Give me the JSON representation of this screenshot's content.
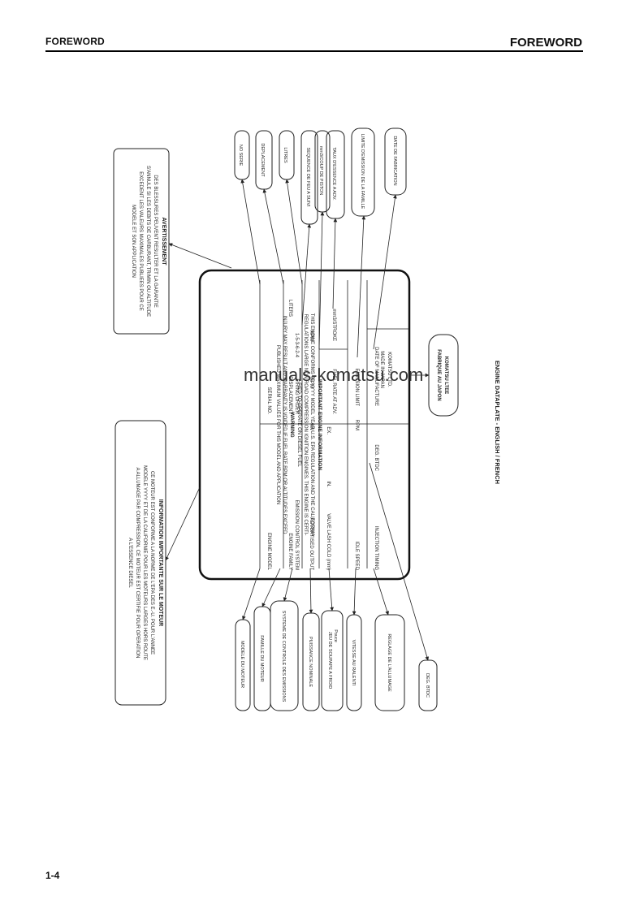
{
  "header": {
    "left_title": "FOREWORD",
    "right_title": "FOREWORD"
  },
  "page_number": "1-4",
  "watermark": "manuals-komatsu.com",
  "figure": {
    "caption": "ENGINE DATAPLATE - ENGLISH / FRENCH",
    "plate": {
      "heading": "IMPORTANT ENGINE INFORMATION",
      "body_lines": [
        "THIS ENGINE CONFORMS TO YYYY MODEL YEAR U.S. EPA REGULATION AND THE CALIFORNIA",
        "REGULATIONS LARGE NON ROAD COMPRESSION IGNITION ENGINES. THIS ENGINE IS CERTI-",
        "FIED TO OPERATE ON DIESEL FUEL"
      ],
      "warning_title": "WARNING",
      "warning_lines": [
        "INJURY MAY RESULT AND WARRANTY IS VOIDED IF FUEL RATE RPM OR ALTITUDES EXCEED",
        "PUBLISHED MAXIMUM VALUES FOR THIS MODEL AND APPLICATION"
      ],
      "row_labels": [
        "ENGINE MODEL",
        "ENGINE FAMILY",
        "EMISSION CONTROL SYSTEM",
        "ADVERTISED OUTPUT",
        "VALVE LASH COLD (mm)",
        "IDLE SPEED",
        "INJECTION TIMING"
      ],
      "col_labels": [
        "SERIAL NO.",
        "DISPLACEMENT",
        "FIRING ORDER",
        "kW",
        "IN.",
        "EX.",
        "FUEL RATE AT ADV.",
        "RPM",
        "RPM",
        "EMISSION LIMIT",
        "DATE OF MANUFACTURE"
      ],
      "values": [
        "LITERS",
        "1-5-3-6-2-4",
        "RPM",
        "mm3/STROKE",
        "DEG. BTDC"
      ],
      "manufacturer_line1": "KOMATSU LTD.",
      "manufacturer_line2": "MADE IN JAPAN"
    },
    "french_header": {
      "title": "AVERTISSEMENT",
      "lines": [
        "DES BLESSURES PEUVENT RESULTER ET LA GARANTIE",
        "S'ANNULE SI LES DEBITS DE CARBURANT, TR/MIN OU ALTITUDE",
        "EXCEDENT LES VALEURS MAXIMALES PUBLIEES POUR CE",
        "MODELE ET SON APPLICATION"
      ]
    },
    "french_info": {
      "title": "INFORMATION IMPORTANTE SUR LE MOTEUR",
      "lines": [
        "CE MOTEUR EST CONFORME A LA NORME DE L'EPA DES E.-U. POUR L'ANNEE",
        "MODELE YYYY ET DE LA CALIFORNIE POUR LES MOTEURS LARGES HORS ROUTE",
        "A ALLUMAGE PAR COMPRESSION. CE MOTEUR EST CERTIFIE POUR OPERATION",
        "A L'ESSENCE DIESEL"
      ]
    },
    "callouts_top": [
      "NO SERIE",
      "DEPLACEMENT",
      "LITRES",
      "SEQUENCE DE FEU A SUIVI",
      "mm3/COUP DE PISTON",
      "TAUX D'ESSENCE A ADV.",
      "LIMITE D'EMISSION DE LA FAMILLE",
      "DATE DE FABRICATION"
    ],
    "callouts_bottom": [
      "MODELE DU MOTEUR",
      "FAMILLE DU MOTEUR",
      "SYSTEME DE CONTROLE DES EMISSIONS",
      "PUISSANCE NOMINALE",
      "JEU DE SOUPAPE A FROID",
      "VITESSE AU RALENTI",
      "REGLAGE DE L'ALLUMAGE",
      "DEG. BTDC"
    ],
    "callout_bottom_sub": "Pouce",
    "bubble": {
      "line1": "KOMATSU LTEE",
      "line2": "FABRIQUE AU JAPON"
    }
  }
}
